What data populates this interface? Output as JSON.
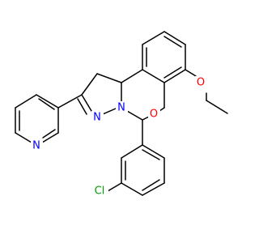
{
  "atoms": {
    "pyridine_n": {
      "label": "N",
      "color": "#0000ff"
    },
    "ring_n1": {
      "label": "N",
      "color": "#0000ff"
    },
    "ring_n2": {
      "label": "N",
      "color": "#0000ff"
    },
    "ring_o": {
      "label": "O",
      "color": "#ff0000"
    },
    "ether_o": {
      "label": "O",
      "color": "#ff0000"
    },
    "chlorine": {
      "label": "Cl",
      "color": "#00a000"
    }
  }
}
